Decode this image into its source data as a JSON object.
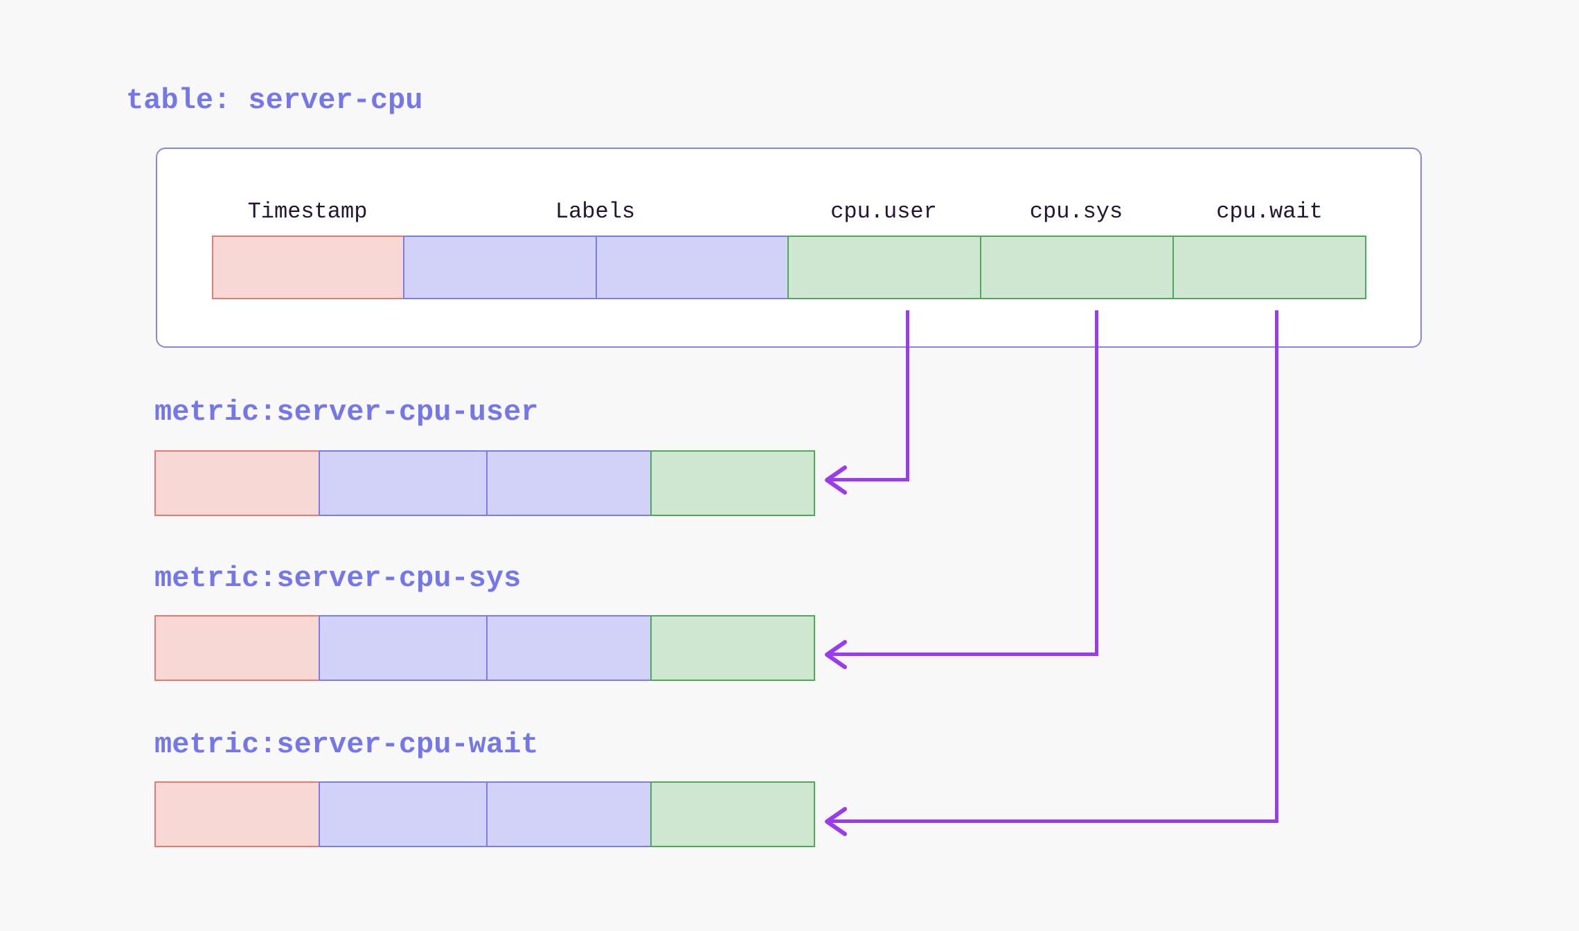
{
  "palette": {
    "bg": "#f8f8f8",
    "accent": "#7477ea",
    "header_text": "#241536",
    "box_bg": "#ffffff",
    "box_border": "#8585f0",
    "timestamp_fill": "#f8d8d4",
    "timestamp_border": "#e8796f",
    "labels_fill": "#d2d2f8",
    "labels_border": "#7b7bf0",
    "field_fill": "#cfe6d0",
    "field_border": "#4ea956",
    "arrow": "#9b3bef"
  },
  "table": {
    "title": "table: server-cpu",
    "headers": [
      "Timestamp",
      "Labels",
      "cpu.user",
      "cpu.sys",
      "cpu.wait"
    ],
    "columns": [
      {
        "header": "Timestamp",
        "type": "timestamp",
        "cells": 1
      },
      {
        "header": "Labels",
        "type": "labels",
        "cells": 2
      },
      {
        "header": "cpu.user",
        "type": "field",
        "cells": 1
      },
      {
        "header": "cpu.sys",
        "type": "field",
        "cells": 1
      },
      {
        "header": "cpu.wait",
        "type": "field",
        "cells": 1
      }
    ]
  },
  "metrics": [
    {
      "title": "metric:server-cpu-user",
      "cells": [
        "timestamp",
        "labels",
        "labels",
        "field"
      ],
      "source_column": "cpu.user"
    },
    {
      "title": "metric:server-cpu-sys",
      "cells": [
        "timestamp",
        "labels",
        "labels",
        "field"
      ],
      "source_column": "cpu.sys"
    },
    {
      "title": "metric:server-cpu-wait",
      "cells": [
        "timestamp",
        "labels",
        "labels",
        "field"
      ],
      "source_column": "cpu.wait"
    }
  ]
}
